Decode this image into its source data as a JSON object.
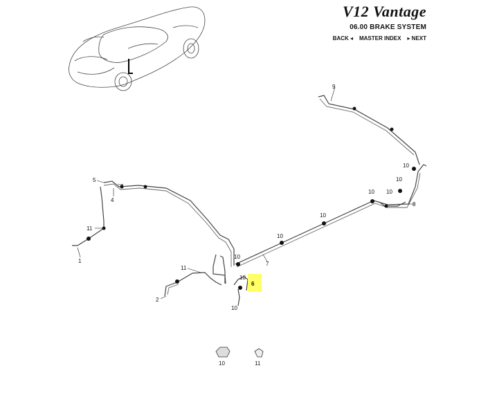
{
  "header": {
    "brand": "V12 Vantage",
    "section": "06.00 BRAKE SYSTEM",
    "nav": {
      "back": "BACK ◂",
      "master_index": "MASTER INDEX",
      "next": "▸ NEXT"
    }
  },
  "callouts": {
    "c1": "1",
    "c2": "2",
    "c3": "3",
    "c4": "4",
    "c5": "5",
    "c6": "6",
    "c7": "7",
    "c8": "8",
    "c9": "9",
    "c10": "10",
    "c11": "11"
  },
  "colors": {
    "highlight": "#ffff66",
    "line": "#444444"
  }
}
